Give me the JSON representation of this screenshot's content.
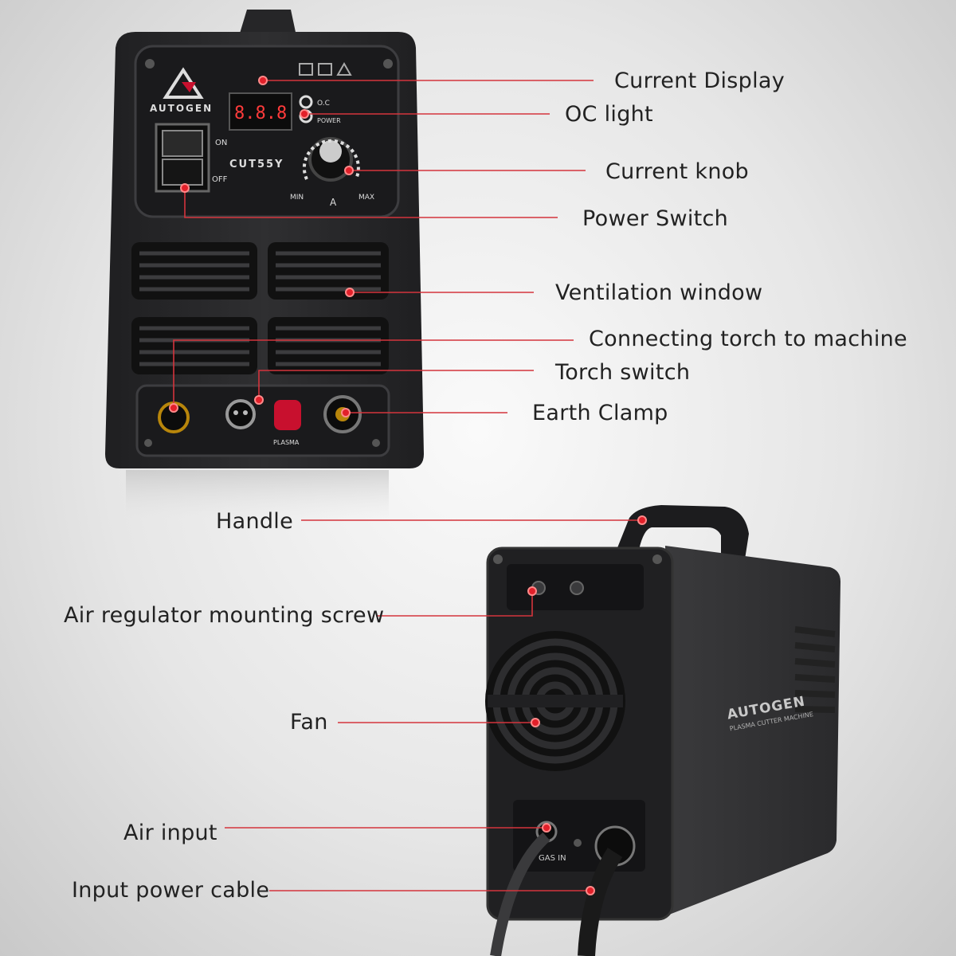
{
  "front_panel": {
    "brand": "AUTOGEN",
    "model": "CUT55Y",
    "display": "8.8.8",
    "oc_label": "O.C",
    "power_label": "POWER",
    "on_label": "ON",
    "off_label": "OFF",
    "min_label": "MIN",
    "max_label": "MAX",
    "amp_label": "A",
    "plasma_label": "PLASMA"
  },
  "rear_panel": {
    "brand": "AUTOGEN",
    "subtitle": "PLASMA CUTTER MACHINE",
    "gas_in_label": "GAS IN"
  },
  "callouts": [
    {
      "id": "current-display",
      "text": "Current Display"
    },
    {
      "id": "oc-light",
      "text": "OC light"
    },
    {
      "id": "current-knob",
      "text": "Current knob"
    },
    {
      "id": "power-switch",
      "text": "Power Switch"
    },
    {
      "id": "ventilation-window",
      "text": "Ventilation window"
    },
    {
      "id": "connecting-torch",
      "text": "Connecting torch to machine"
    },
    {
      "id": "torch-switch",
      "text": "Torch switch"
    },
    {
      "id": "earth-clamp",
      "text": "Earth Clamp"
    },
    {
      "id": "handle",
      "text": "Handle"
    },
    {
      "id": "air-regulator-screw",
      "text": "Air regulator mounting screw"
    },
    {
      "id": "fan",
      "text": "Fan"
    },
    {
      "id": "air-input",
      "text": "Air input"
    },
    {
      "id": "input-power-cable",
      "text": "Input power cable"
    }
  ],
  "colors": {
    "callout_line": "#d4343c",
    "callout_dot": "#e2202a",
    "machine_body": "#2b2b2d",
    "machine_panel": "#1c1c1e",
    "display_red": "#ff3b3b",
    "reset_button": "#c8102e"
  }
}
